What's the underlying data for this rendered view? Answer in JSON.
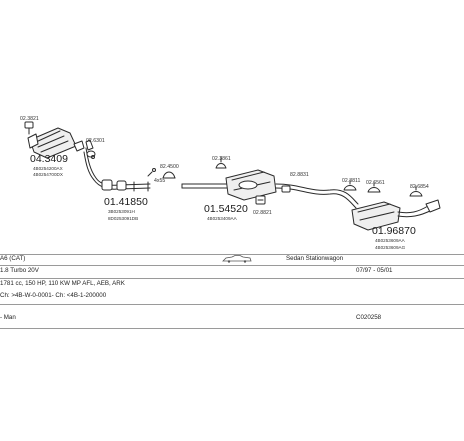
{
  "parts": {
    "p1": {
      "code": "04.3409",
      "refs": [
        "4B0254200AX",
        "4B0254700DX"
      ]
    },
    "p2": {
      "code": "01.41850",
      "refs": [
        "3B0253091H",
        "8D0253091DB"
      ]
    },
    "p3": {
      "code": "01.54520",
      "refs": [
        "4B0253409AA"
      ]
    },
    "p4": {
      "code": "01.96870",
      "refs": [
        "4B0253609AA",
        "4B0253609AG"
      ]
    }
  },
  "small_labels": {
    "s1": "02.3821",
    "s2": "02.6301",
    "s3": "82.4500",
    "s4": "02.3861",
    "s5": "02.8821",
    "s6": "02.3811",
    "s7": "02.6561",
    "s8": "82.6854",
    "s9": "82.8831",
    "s10": "4x55"
  },
  "info": {
    "row1_left": "A6 (CAT)",
    "row1_mid": "Sedan Stationwagon",
    "row2_left": "1.8 Turbo 20V",
    "row2_right": "07/97 - 05/01",
    "row3_left": "1781 cc, 150 HP, 110 KW MP AFL, AEB, ARK",
    "row4_left": "Ch: >4B-W-0-0001- Ch: <4B-1-200000",
    "row5_left": "- Man",
    "row5_right": "C020258"
  }
}
